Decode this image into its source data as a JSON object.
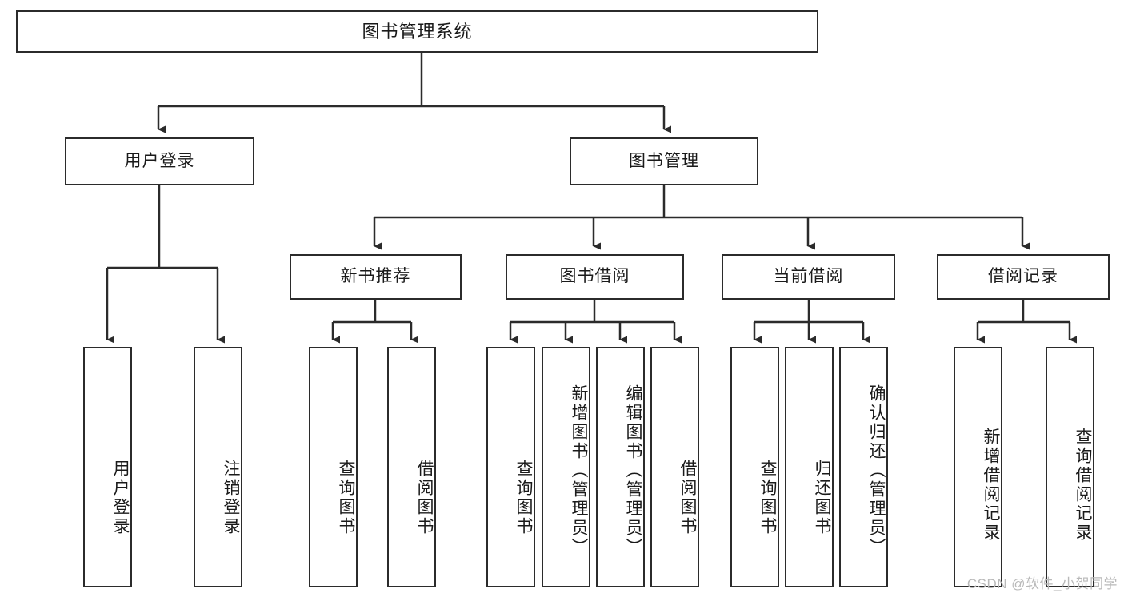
{
  "diagram": {
    "title": "图书管理系统",
    "type": "tree-hierarchy",
    "root": {
      "label": "图书管理系统"
    },
    "level1": [
      {
        "label": "用户登录"
      },
      {
        "label": "图书管理"
      }
    ],
    "level2": [
      {
        "label": "新书推荐"
      },
      {
        "label": "图书借阅"
      },
      {
        "label": "当前借阅"
      },
      {
        "label": "借阅记录"
      }
    ],
    "leaves": {
      "user_login": [
        {
          "label": "用户登录"
        },
        {
          "label": "注销登录"
        }
      ],
      "new_book": [
        {
          "label": "查询图书"
        },
        {
          "label": "借阅图书"
        }
      ],
      "book_borrow": [
        {
          "label": "查询图书"
        },
        {
          "label": "新增图书（管理员）"
        },
        {
          "label": "编辑图书（管理员）"
        },
        {
          "label": "借阅图书"
        }
      ],
      "current_borrow": [
        {
          "label": "查询图书"
        },
        {
          "label": "归还图书"
        },
        {
          "label": "确认归还（管理员）"
        }
      ],
      "borrow_record": [
        {
          "label": "新增借阅记录"
        },
        {
          "label": "查询借阅记录"
        }
      ]
    }
  },
  "watermark": {
    "text": "CSDN @软件_小贺同学"
  },
  "colors": {
    "stroke": "#2b2b2b",
    "background": "#ffffff",
    "text": "#1a1a1a",
    "watermark": "#b9b9b9"
  }
}
